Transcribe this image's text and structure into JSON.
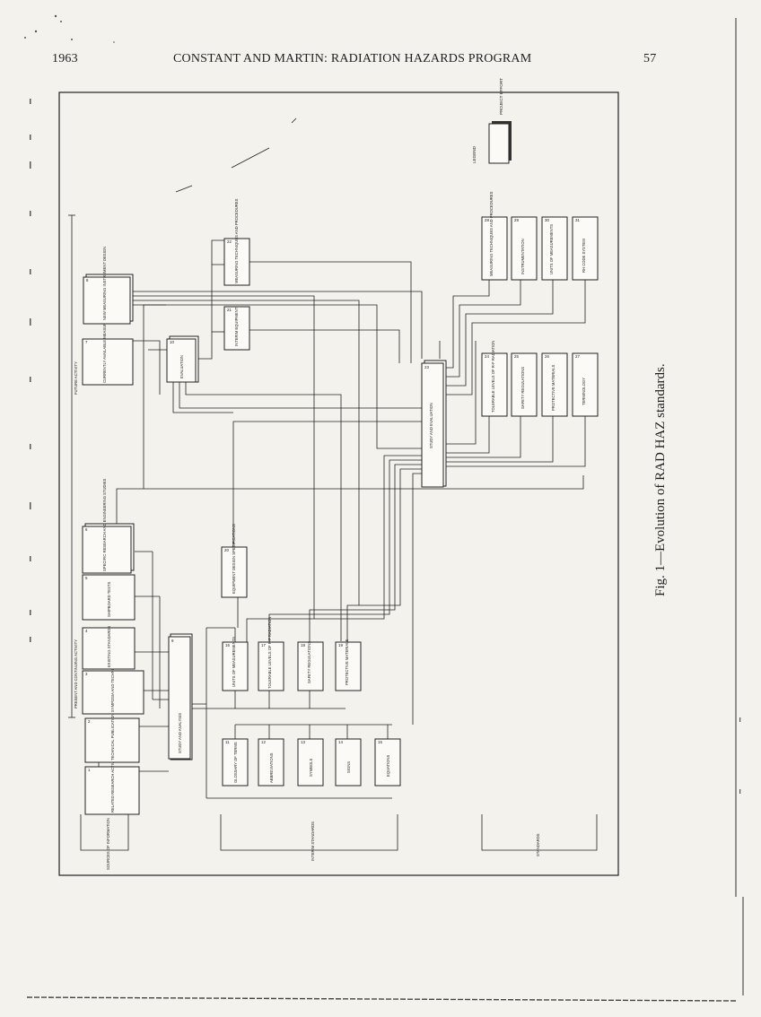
{
  "header": {
    "year": "1963",
    "title": "CONSTANT AND MARTIN:  RADIATION HAZARDS PROGRAM",
    "page": "57"
  },
  "caption": "Fig. 1—Evolution of RAD HAZ standards.",
  "legend": {
    "title": "LEGEND",
    "item": "PROJECT EFFORT"
  },
  "groups": {
    "present": "PRESENT AND CONTINUING ACTIVITY",
    "future": "FUTURE ACTIVITY",
    "sources": "SOURCES OF INFORMATION",
    "interim": "INTERIM STANDARDS",
    "standards": "STANDARDS"
  },
  "boxes": [
    {
      "id": "1",
      "label": "RELATED RESEARCH ACTIVITIES"
    },
    {
      "id": "2",
      "label": "TECHNICAL PUBLICATIONS AND REPORTS"
    },
    {
      "id": "3",
      "label": "SYMPOSIA AND TECHNICAL CONFERENCES"
    },
    {
      "id": "4",
      "label": "EXISTING STANDARDS"
    },
    {
      "id": "5",
      "label": "SHIPBOARD TESTS"
    },
    {
      "id": "6",
      "label": "SPECIFIC RESEARCH AND ENGINEERING STUDIES"
    },
    {
      "id": "7",
      "label": "CURRENTLY AVAILABLE MEASURING EQUIPMENT"
    },
    {
      "id": "8",
      "label": "NEW MEASURING INSTRUMENT DESIGN"
    },
    {
      "id": "9",
      "label": "STUDY AND ANALYSIS"
    },
    {
      "id": "10",
      "label": "EVALUATION"
    },
    {
      "id": "11",
      "label": "GLOSSARY OF TERMS"
    },
    {
      "id": "12",
      "label": "ABBREVIATIONS"
    },
    {
      "id": "13",
      "label": "SYMBOLS"
    },
    {
      "id": "14",
      "label": "SIGNS"
    },
    {
      "id": "15",
      "label": "EQUATIONS"
    },
    {
      "id": "16",
      "label": "UNITS OF MEASUREMENTS"
    },
    {
      "id": "17",
      "label": "TOLERABLE LEVELS OF R-F RADIATION"
    },
    {
      "id": "18",
      "label": "SAFETY REGULATIONS"
    },
    {
      "id": "19",
      "label": "PROTECTIVE MATERIALS"
    },
    {
      "id": "20",
      "label": "EQUIPMENT DESIGN SPECIFICATIONS"
    },
    {
      "id": "21",
      "label": "INTERIM EQUIPMENT"
    },
    {
      "id": "22",
      "label": "MEASURING TECHNIQUES AND PROCEDURES"
    },
    {
      "id": "23",
      "label": "STUDY AND EVALUATION"
    },
    {
      "id": "24",
      "label": "TOLERABLE LEVELS OF R-F RADIATION"
    },
    {
      "id": "25",
      "label": "SAFETY REGULATIONS"
    },
    {
      "id": "26",
      "label": "PROTECTIVE MATERIALS"
    },
    {
      "id": "27",
      "label": "TERMINOLOGY"
    },
    {
      "id": "28",
      "label": "MEASURING TECHNIQUES AND PROCEDURES"
    },
    {
      "id": "29",
      "label": "INSTRUMENTATION"
    },
    {
      "id": "30",
      "label": "UNITS OF MEASUREMENTS"
    },
    {
      "id": "31",
      "label": "RH CODE SYSTEM"
    }
  ]
}
